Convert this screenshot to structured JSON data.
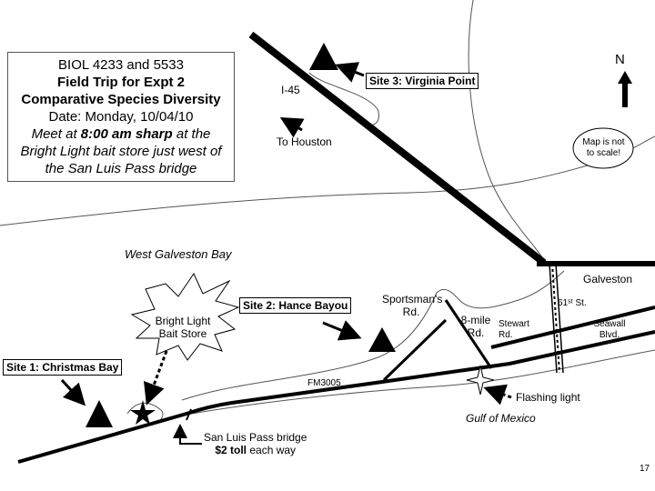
{
  "info_box": {
    "course": "BIOL 4233 and 5533",
    "trip": "Field Trip for Expt 2",
    "subject": "Comparative Species Diversity",
    "date": "Date: Monday, 10/04/10",
    "meet_prefix": "Meet at ",
    "meet_time": "8:00 am sharp",
    "meet_suffix": " at the",
    "meet_place": "Bright Light bait store just west of",
    "meet_place2": "the San Luis Pass bridge"
  },
  "north_label": "N",
  "scale_note": [
    "Map is not",
    "to scale!"
  ],
  "sites": {
    "site3": "Site 3: Virginia Point",
    "site2": "Site 2: Hance Bayou",
    "site1": "Site 1: Christmas Bay"
  },
  "roads": {
    "i45": "I-45",
    "to_houston": "To Houston",
    "sportsmans": [
      "Sportsman's",
      "Rd."
    ],
    "eight_mile": [
      "8-mile",
      "Rd."
    ],
    "stewart": [
      "Stewart",
      "Rd."
    ],
    "st61": "61ˢᵗ St.",
    "seawall": [
      "Seawall",
      "Blvd."
    ],
    "fm3005": "FM3005"
  },
  "places": {
    "bay": "West Galveston Bay",
    "galveston": "Galveston",
    "gulf": "Gulf of Mexico"
  },
  "bait_store": [
    "Bright Light",
    "Bait Store"
  ],
  "flashing_light": "Flashing light",
  "bridge": {
    "name": "San Luis Pass bridge",
    "toll": "$2 toll",
    "toll_suffix": " each way"
  },
  "page_number": "17",
  "colors": {
    "ink": "#000000",
    "shore": "#555555"
  }
}
